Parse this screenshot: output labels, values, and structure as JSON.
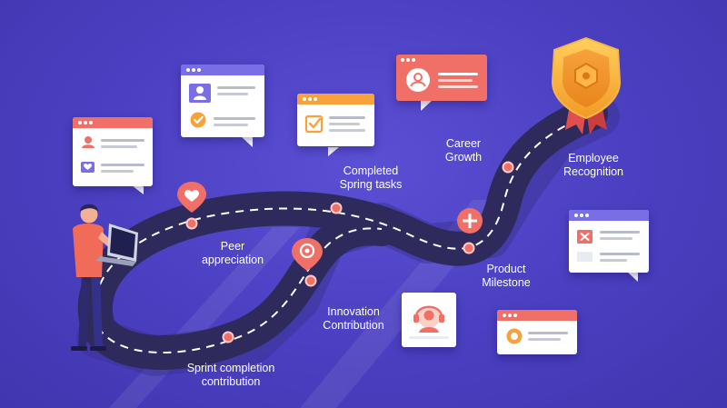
{
  "milestones": {
    "peer": [
      "Peer",
      "appreciation"
    ],
    "spring": [
      "Completed",
      "Spring tasks"
    ],
    "career": [
      "Career",
      "Growth"
    ],
    "innovation": [
      "Innovation",
      "Contribution"
    ],
    "product": [
      "Product",
      "Milestone"
    ],
    "sprint": [
      "Sprint completion",
      "contribution"
    ],
    "recognition": [
      "Employee",
      "Recognition"
    ]
  },
  "icons": {
    "person": "user-icon",
    "check": "checkmark-icon",
    "heart": "heart-icon",
    "plus": "plus-icon",
    "badge": "badge-icon",
    "headset": "headset-icon",
    "coin": "coin-icon",
    "close": "close-icon"
  },
  "colors": {
    "background": "#4a3fc0",
    "road": "#2e2a5c",
    "marker": "#f07068",
    "accent_orange": "#f7a23b",
    "card_header": "#7a6ee6"
  }
}
